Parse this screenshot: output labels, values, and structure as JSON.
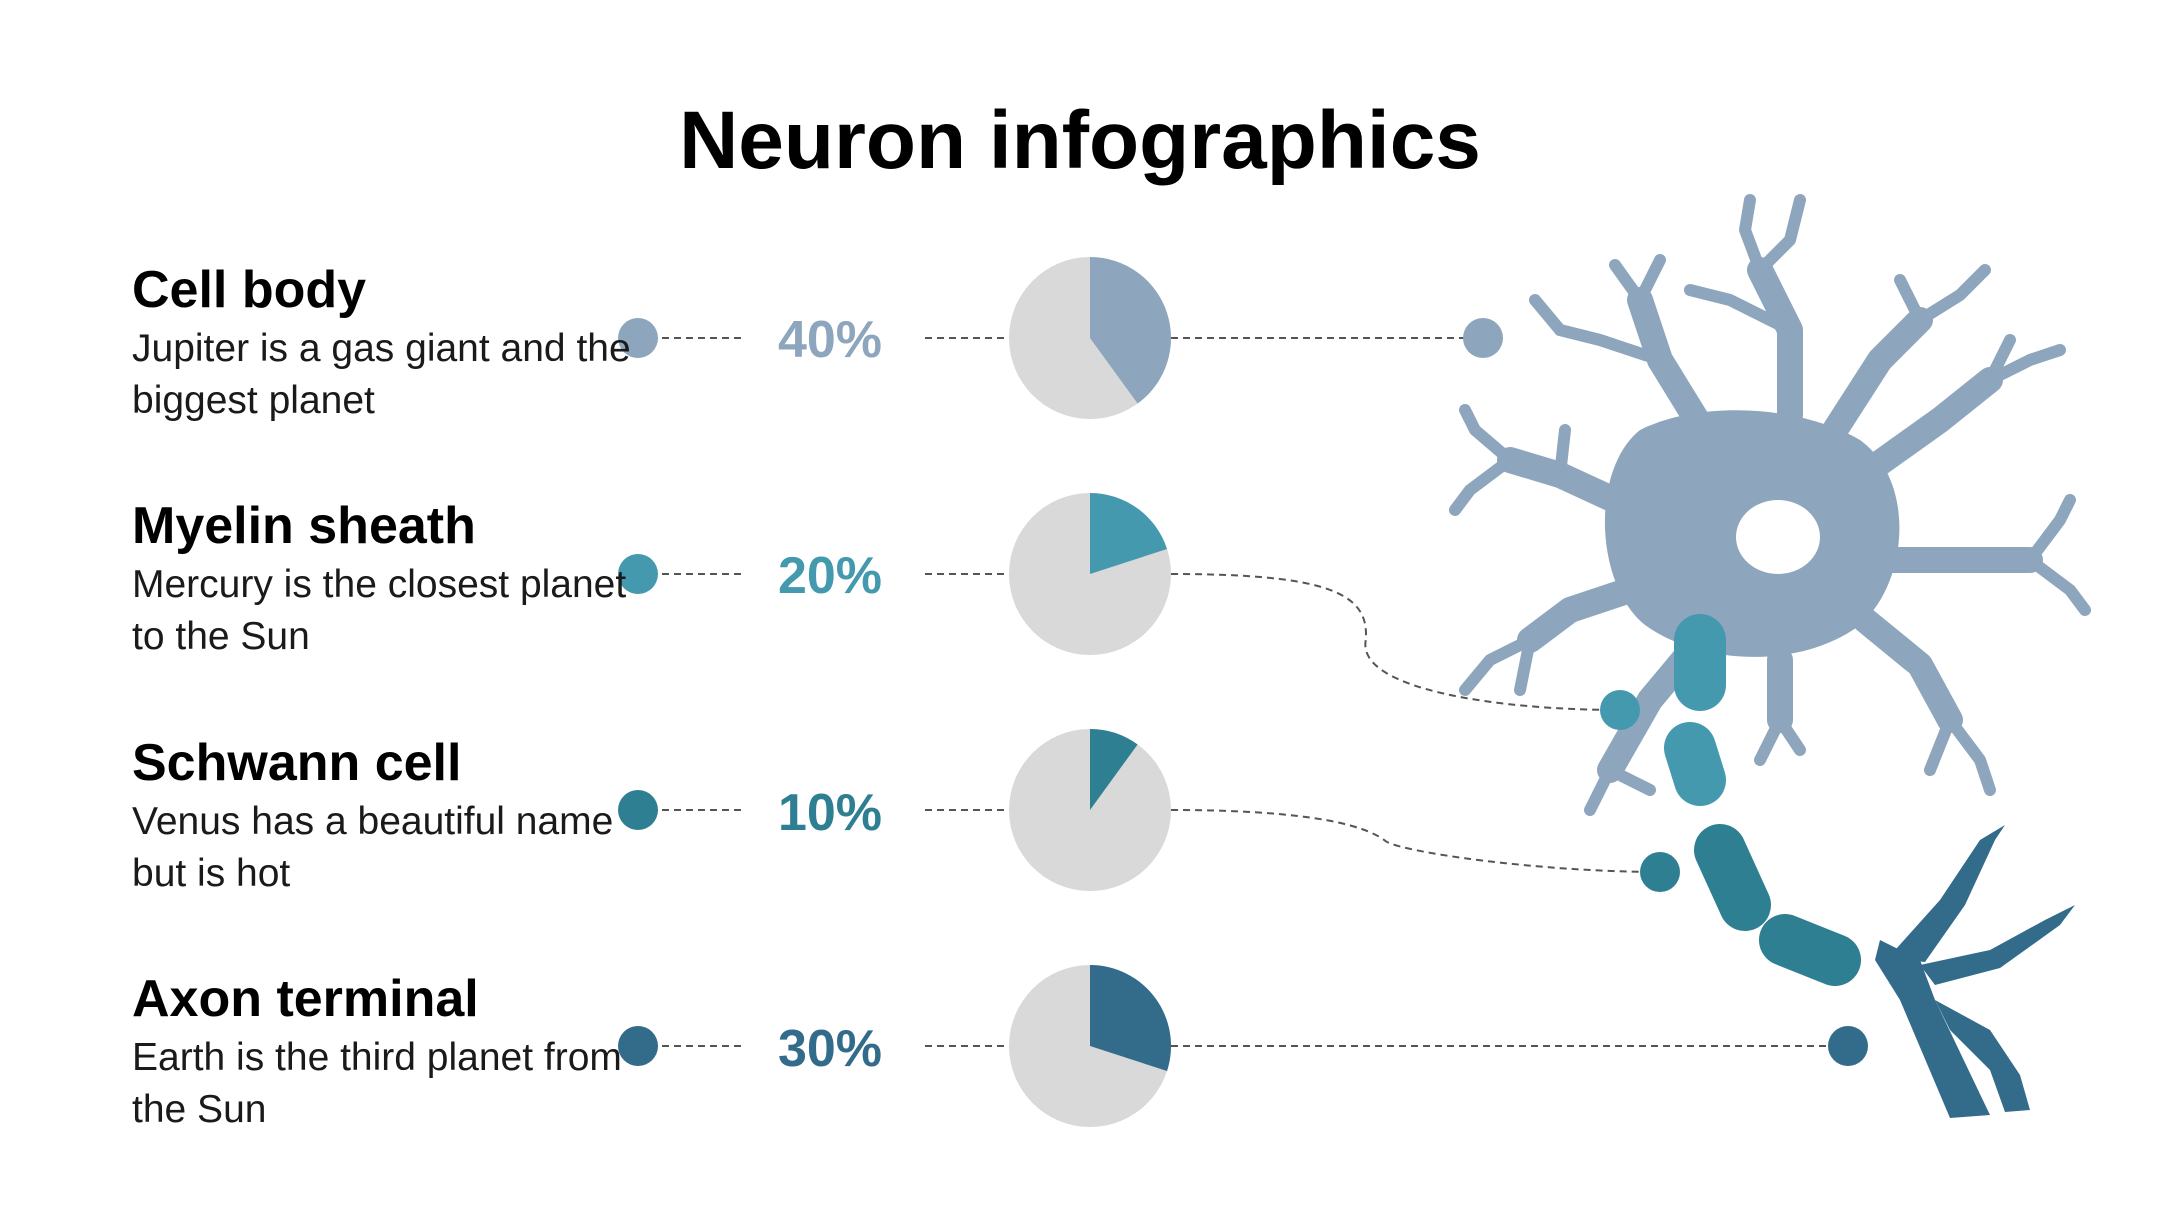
{
  "title": "Neuron infographics",
  "colors": {
    "pie_base": "#d9d9d9",
    "connector": "#555555"
  },
  "rows": [
    {
      "heading": "Cell body",
      "description": "Jupiter is a gas giant and the biggest planet",
      "percent_label": "40%",
      "value": 40,
      "color": "#8ea6bd"
    },
    {
      "heading": "Myelin sheath",
      "description": "Mercury is the closest planet to the Sun",
      "percent_label": "20%",
      "value": 20,
      "color": "#4499af"
    },
    {
      "heading": "Schwann cell",
      "description": "Venus has a beautiful name but is hot",
      "percent_label": "10%",
      "value": 10,
      "color": "#2f7f92"
    },
    {
      "heading": "Axon terminal",
      "description": "Earth is the third planet from the Sun",
      "percent_label": "30%",
      "value": 30,
      "color": "#336b8b"
    }
  ]
}
